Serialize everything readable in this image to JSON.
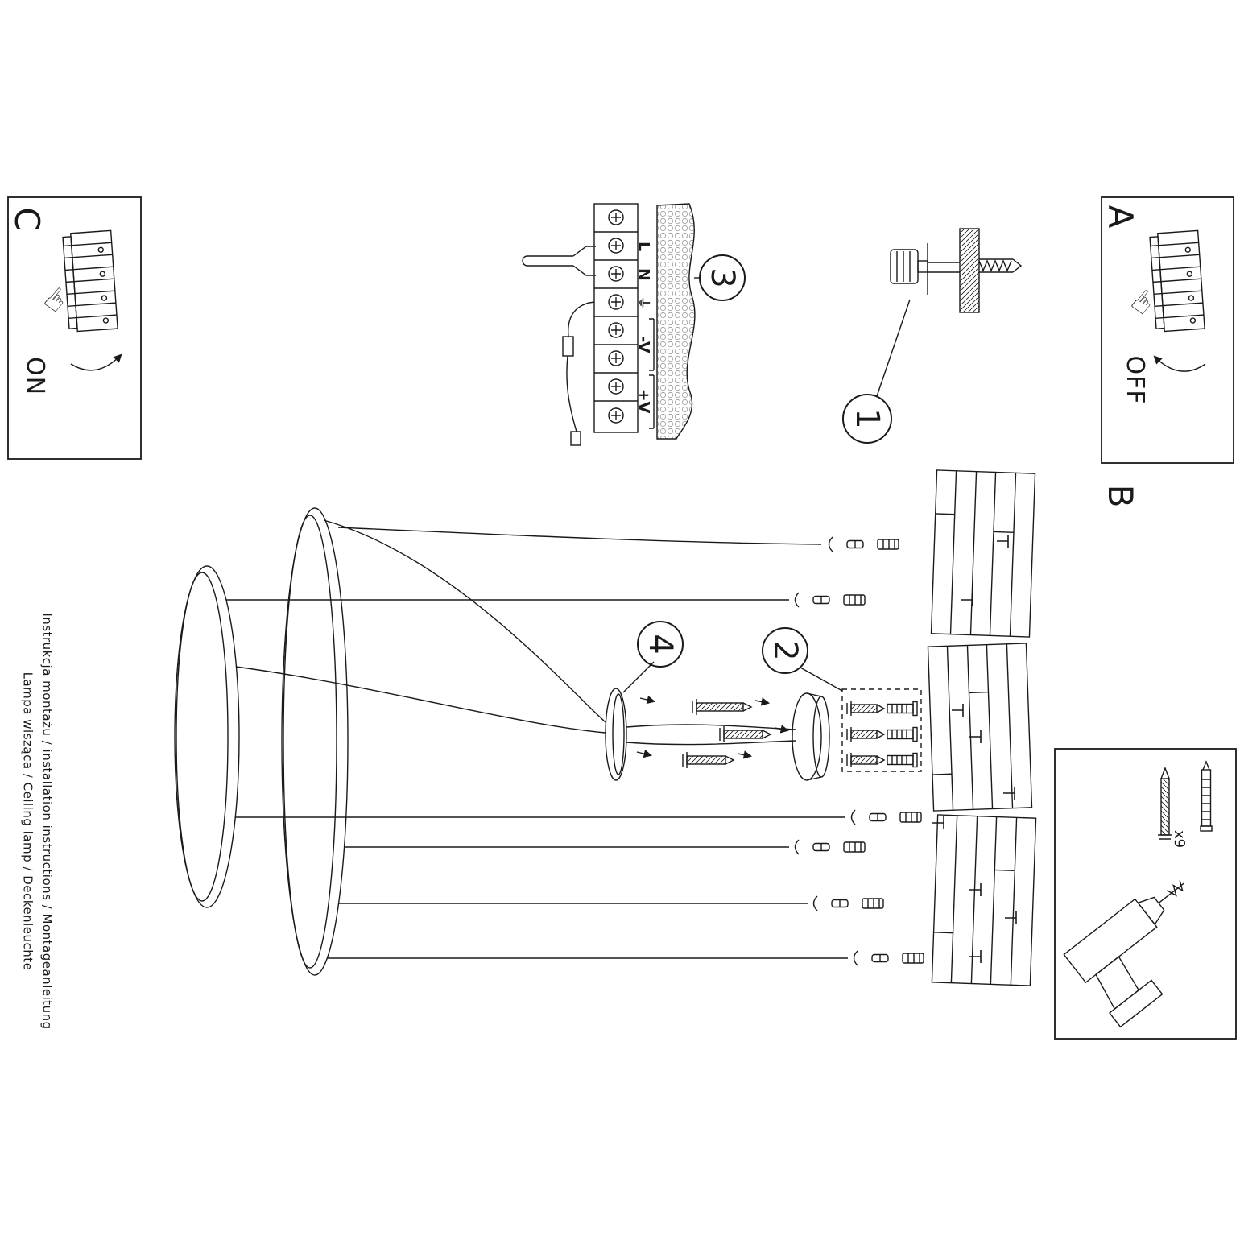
{
  "sheet": {
    "instructions_line": "Instrukcja montażu / installation instructions / Montageanleitung",
    "product_line": "Lampa wisząca / Ceiling lamp / Deckenleuchte"
  },
  "sections": {
    "a": {
      "label": "A",
      "state_label": "OFF"
    },
    "b": {
      "label": "B"
    },
    "c": {
      "label": "C",
      "state_label": "ON"
    }
  },
  "step_markers": {
    "s1": "1",
    "s2": "2",
    "s3": "3",
    "s4": "4"
  },
  "terminal_labels": {
    "live": "L",
    "neutral": "N",
    "earth": "⏚",
    "v_minus": "-V",
    "v_plus": "+V"
  },
  "hardware": {
    "anchor_count": "x9"
  },
  "icons": {
    "pointing_hand": "☞"
  },
  "colors": {
    "line": "#1a1a1a",
    "background": "#ffffff"
  }
}
